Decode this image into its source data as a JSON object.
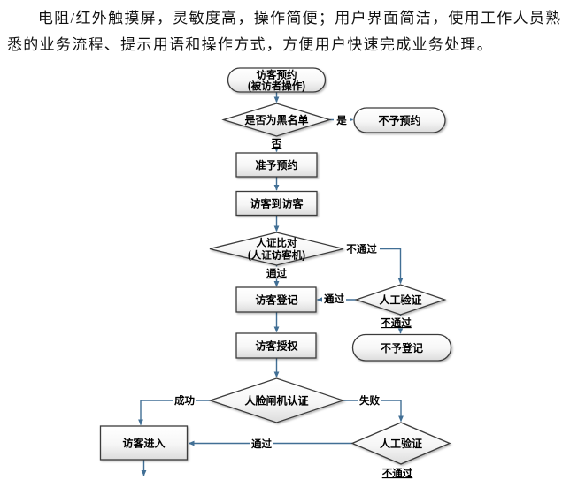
{
  "intro": {
    "line1": "电阻/红外触摸屏，灵敏度高，操作简便；用户界面简洁，使用工作人员熟",
    "line2": "悉的业务流程、提示用语和操作方式，方便用户快速完成业务处理。"
  },
  "nodes": {
    "start": {
      "line1": "访客预约",
      "line2": "(被访者操作)",
      "type": "terminator"
    },
    "blacklist": {
      "label": "是否为黑名单",
      "type": "decision"
    },
    "deny_appointment": {
      "label": "不予预约",
      "type": "terminator"
    },
    "grant_appointment": {
      "label": "准予预约",
      "type": "process"
    },
    "visitor_arrive": {
      "label": "访客到访客",
      "type": "process"
    },
    "id_compare": {
      "line1": "人证比对",
      "line2": "(人证访客机)",
      "type": "decision"
    },
    "visitor_register": {
      "label": "访客登记",
      "type": "process"
    },
    "manual_verify1": {
      "label": "人工验证",
      "type": "decision"
    },
    "deny_register": {
      "label": "不予登记",
      "type": "terminator"
    },
    "visitor_authorize": {
      "label": "访客授权",
      "type": "process"
    },
    "face_gate": {
      "label": "人脸闸机认证",
      "type": "decision"
    },
    "visitor_enter": {
      "label": "访客进入",
      "type": "process"
    },
    "manual_verify2": {
      "label": "人工验证",
      "type": "decision"
    }
  },
  "edges": {
    "yes": "是",
    "no": "否",
    "fail1": "不通过",
    "pass1": "通过",
    "pass2": "通过",
    "fail2": "不通过",
    "success": "成功",
    "fail3": "失败",
    "pass3": "通过",
    "fail4": "不通过"
  },
  "colors": {
    "connector": "#416f95",
    "shape_border": "#3a3a3a",
    "accent_text": "#e8720c"
  }
}
